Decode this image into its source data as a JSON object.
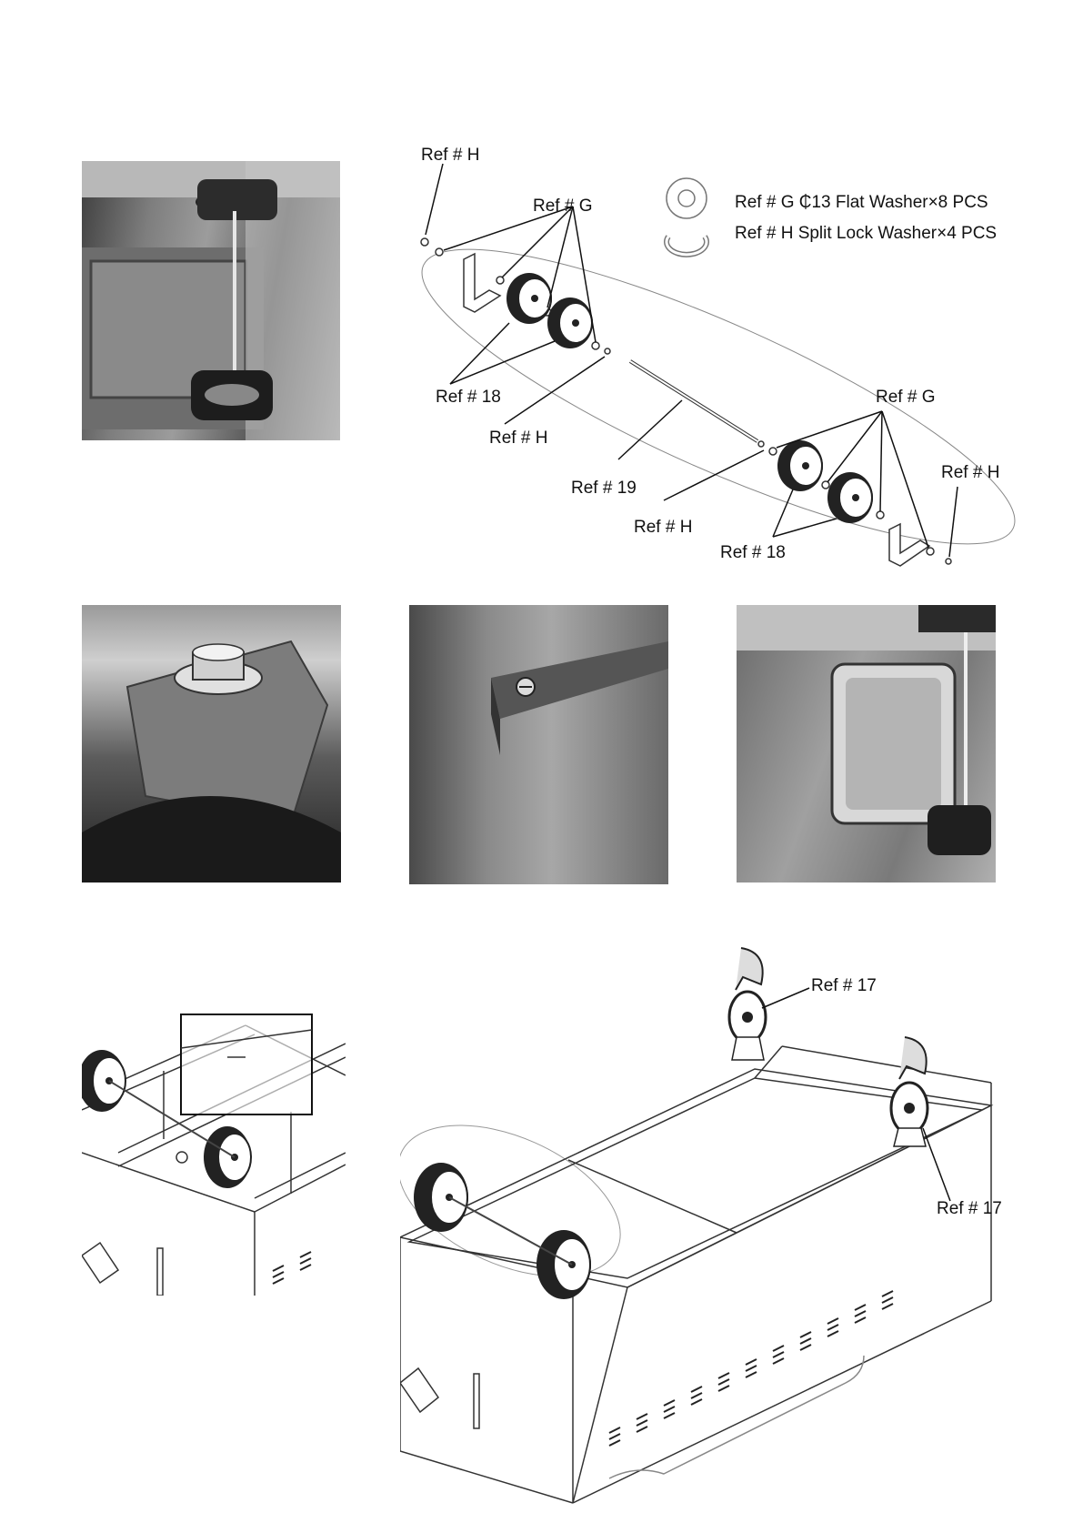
{
  "exploded_view": {
    "labels": {
      "h_top_left": "Ref # H",
      "g_top": "Ref # G",
      "r18_left": "Ref # 18",
      "h_mid_left": "Ref # H",
      "r19": "Ref # 19",
      "g_right": "Ref # G",
      "h_right": "Ref # H",
      "h_mid_right": "Ref # H",
      "r18_right": "Ref # 18"
    },
    "legend": {
      "flat_washer": "Ref # G ₵13 Flat Washer×8 PCS",
      "split_washer": "Ref # H Split Lock Washer×4 PCS"
    }
  },
  "cart_view": {
    "labels": {
      "r17_top": "Ref # 17",
      "r17_right": "Ref # 17"
    }
  }
}
